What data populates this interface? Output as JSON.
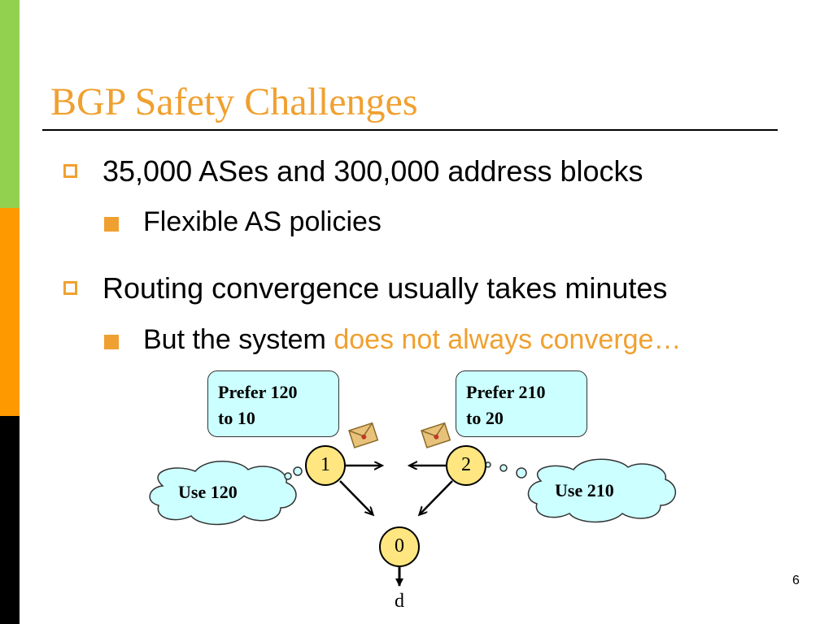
{
  "slide": {
    "title": "BGP Safety Challenges",
    "page_number": "6",
    "colors": {
      "accent": "#f0a030",
      "bar_green": "#92d050",
      "bar_orange": "#ff9900",
      "bar_black": "#000000",
      "pref_box_fill": "#ccffff",
      "node_fill": "#ffe680"
    }
  },
  "bullets": [
    {
      "text": "35,000 ASes and 300,000 address blocks",
      "sub": {
        "text": "Flexible AS policies"
      }
    },
    {
      "text": "Routing convergence usually takes minutes",
      "sub": {
        "text_plain": "But the system ",
        "text_highlight": "does not always converge…"
      }
    }
  ],
  "diagram": {
    "preferences": [
      {
        "line1": "Prefer 120",
        "line2": "to 10"
      },
      {
        "line1": "Prefer 210",
        "line2": "to 20"
      }
    ],
    "clouds": [
      {
        "text": "Use 120"
      },
      {
        "text": "Use 210"
      }
    ],
    "nodes": [
      {
        "label": "1"
      },
      {
        "label": "2"
      },
      {
        "label": "0"
      }
    ],
    "destination": "d",
    "icons": [
      "envelope-icon",
      "envelope-icon"
    ]
  }
}
